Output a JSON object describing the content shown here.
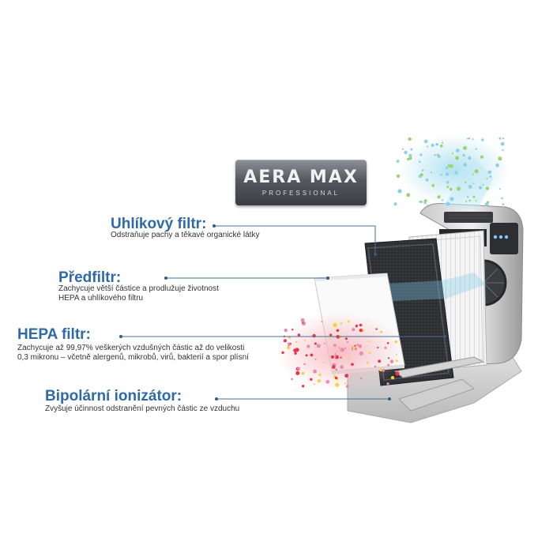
{
  "logo": {
    "main": "AERA MAX",
    "sub": "PROFESSIONAL"
  },
  "features": [
    {
      "title": "Uhlíkový filtr:",
      "desc": [
        "Odstraňuje pachy a těkavé organické látky"
      ]
    },
    {
      "title": "Předfiltr:",
      "desc": [
        "Zachycuje větší částice a prodlužuje životnost",
        "HEPA a uhlíkového filtru"
      ]
    },
    {
      "title": "HEPA filtr:",
      "desc": [
        "Zachycuje až 99,97% veškerých vzdušných částic až do velikosti",
        "0,3 mikronu – včetně alergenů, mikrobů, virů, bakterií a spor plísní"
      ]
    },
    {
      "title": "Bipolární ionizátor:",
      "desc": [
        "Zvyšuje účinnost odstranění pevných částic ze vzduchu"
      ]
    }
  ],
  "colors": {
    "title": "#2f6aa8",
    "leader": "#4a6f94",
    "particles": [
      "#e8334a",
      "#f3d23a",
      "#e88ab0",
      "#8fd0e8",
      "#9bd36a"
    ]
  }
}
